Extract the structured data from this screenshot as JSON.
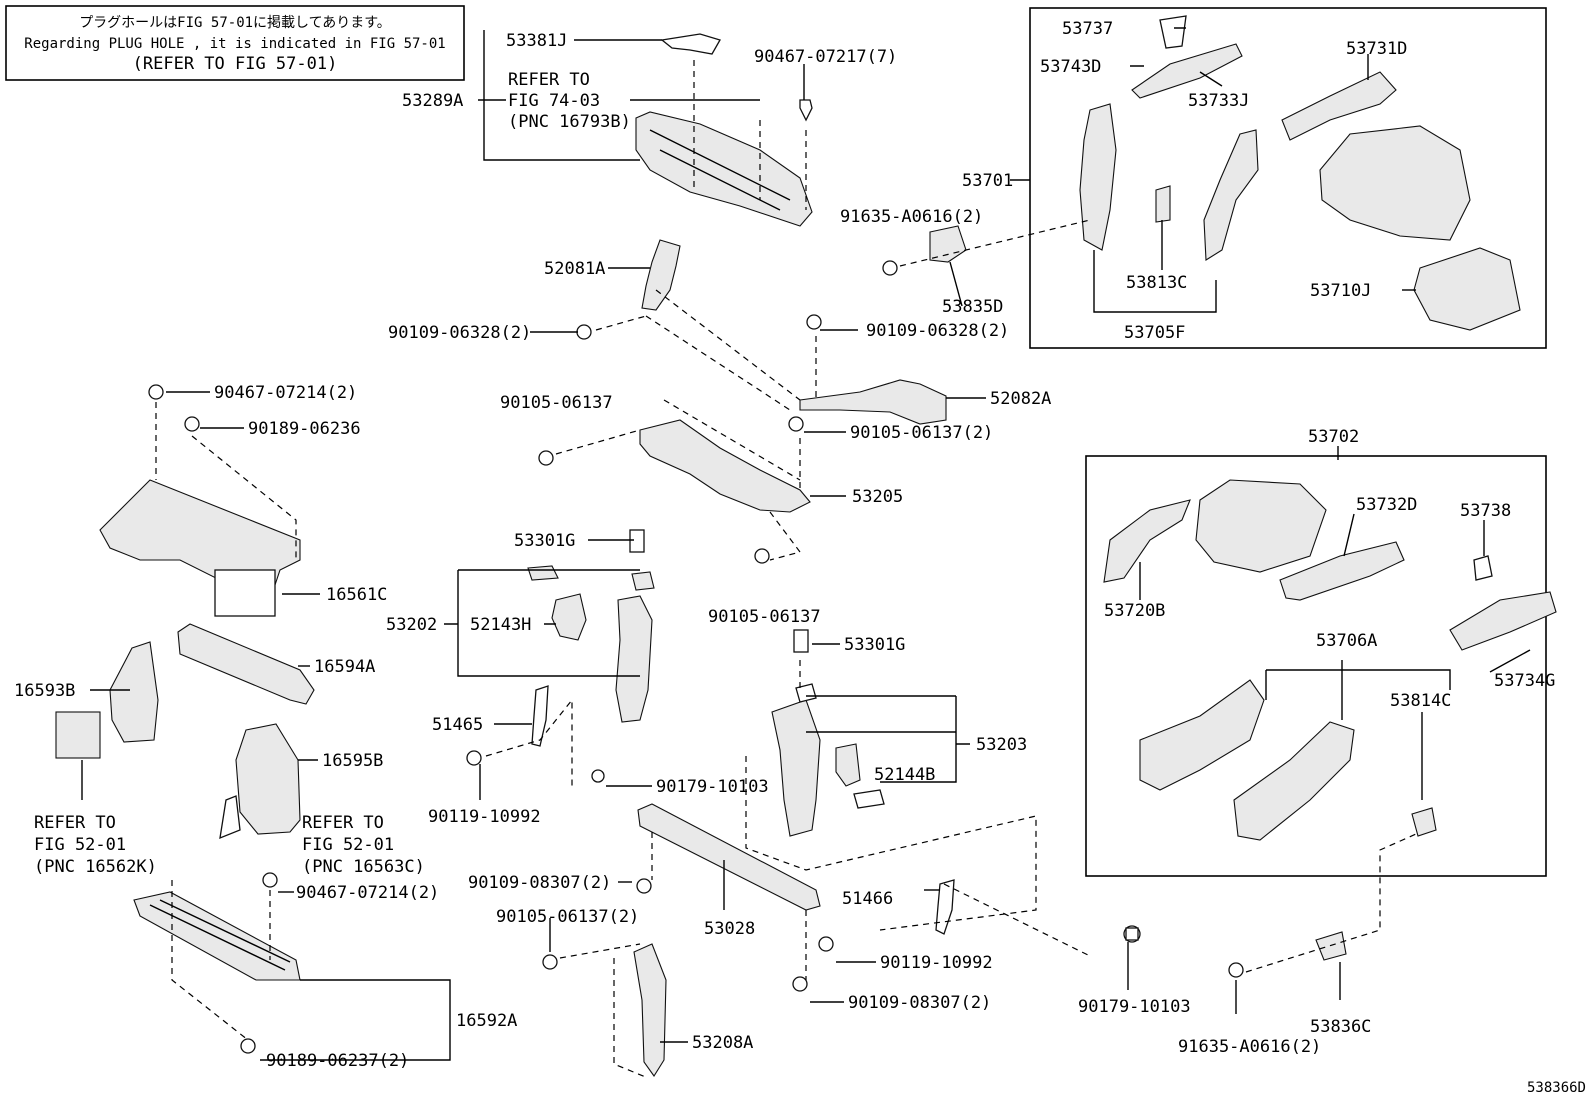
{
  "note": {
    "line1": "プラグホールはFIG 57-01に掲載してあります。",
    "line2": "Regarding PLUG HOLE , it is indicated in FIG 57-01",
    "line3": "(REFER TO FIG 57-01)"
  },
  "diagram_id": "538366D",
  "labels": {
    "p53381J": "53381J",
    "p90467_07217": "90467-07217(7)",
    "p53289A": "53289A",
    "refer7403": [
      "REFER TO",
      "FIG 74-03",
      "(PNC 16793B)"
    ],
    "p52081A": "52081A",
    "p91635_a": "91635-A0616(2)",
    "p53835D": "53835D",
    "p90109_06328_l": "90109-06328(2)",
    "p90109_06328_r": "90109-06328(2)",
    "p90467_07214_top": "90467-07214(2)",
    "p90189_06236": "90189-06236",
    "p90105_06137_a": "90105-06137",
    "p52082A": "52082A",
    "p90105_06137_b": "90105-06137(2)",
    "p53205": "53205",
    "p16561C": "16561C",
    "p53301G_a": "53301G",
    "p53202": "53202",
    "p52143H": "52143H",
    "p90105_06137_c": "90105-06137",
    "p53301G_b": "53301G",
    "p16594A": "16594A",
    "p16593B": "16593B",
    "p51465": "51465",
    "p53203": "53203",
    "p16595B": "16595B",
    "p52144B": "52144B",
    "p90179_10103_a": "90179-10103",
    "p90119_10992_a": "90119-10992",
    "refer5201a": [
      "REFER TO",
      "FIG 52-01",
      "(PNC 16562K)"
    ],
    "refer5201b": [
      "REFER TO",
      "FIG 52-01",
      "(PNC 16563C)"
    ],
    "p90109_08307_a": "90109-08307(2)",
    "p90467_07214_bot": "90467-07214(2)",
    "p90105_06137_d": "90105-06137(2)",
    "p53028": "53028",
    "p51466": "51466",
    "p90119_10992_b": "90119-10992",
    "p90109_08307_b": "90109-08307(2)",
    "p90179_10103_b": "90179-10103",
    "p16592A": "16592A",
    "p53208A": "53208A",
    "p90189_06237": "90189-06237(2)",
    "p53737": "53737",
    "p53743D": "53743D",
    "p53731D": "53731D",
    "p53733J": "53733J",
    "p53701": "53701",
    "p53813C": "53813C",
    "p53710J": "53710J",
    "p53705F": "53705F",
    "p53702": "53702",
    "p53732D": "53732D",
    "p53738": "53738",
    "p53720B": "53720B",
    "p53706A": "53706A",
    "p53734G": "53734G",
    "p53814C": "53814C",
    "p53836C": "53836C",
    "p91635_b": "91635-A0616(2)"
  }
}
